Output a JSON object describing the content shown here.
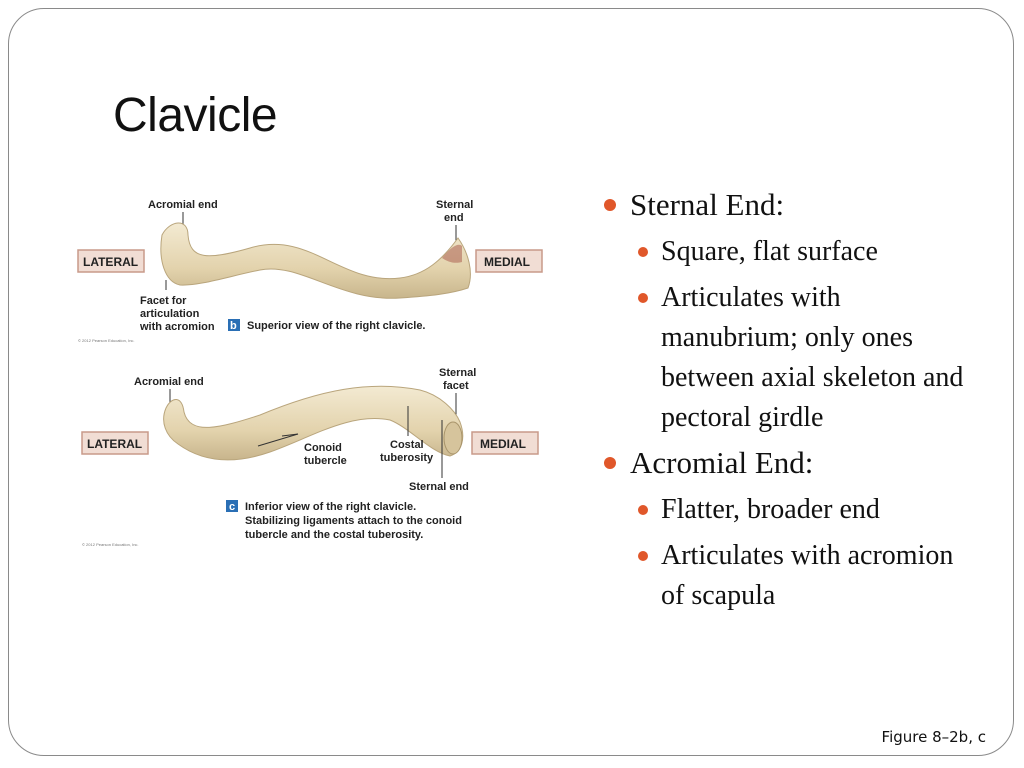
{
  "slide": {
    "title": "Clavicle",
    "caption": "Figure 8–2b, c"
  },
  "bullets": [
    {
      "text": "Sternal End:",
      "sub": [
        "Square, flat surface",
        "Articulates with manubrium; only ones between axial skeleton and pectoral girdle"
      ]
    },
    {
      "text": "Acromial End:",
      "sub": [
        "Flatter, broader end",
        "Articulates with acromion of scapula"
      ]
    }
  ],
  "figure_b": {
    "acromial_end": "Acromial end",
    "sternal_end_1": "Sternal",
    "sternal_end_2": "end",
    "lateral": "LATERAL",
    "medial": "MEDIAL",
    "facet_1": "Facet for",
    "facet_2": "articulation",
    "facet_3": "with acromion",
    "letter": "b",
    "caption": "Superior view of the right clavicle.",
    "copyright": "© 2012 Pearson Education, Inc."
  },
  "figure_c": {
    "acromial_end": "Acromial end",
    "sternal_facet_1": "Sternal",
    "sternal_facet_2": "facet",
    "lateral": "LATERAL",
    "medial": "MEDIAL",
    "conoid_1": "Conoid",
    "conoid_2": "tubercle",
    "costal_1": "Costal",
    "costal_2": "tuberosity",
    "sternal_end": "Sternal end",
    "letter": "c",
    "caption_1": "Inferior view of the right clavicle.",
    "caption_2": "Stabilizing ligaments attach to the conoid",
    "caption_3": "tubercle and the costal tuberosity.",
    "copyright": "© 2012 Pearson Education, Inc."
  }
}
